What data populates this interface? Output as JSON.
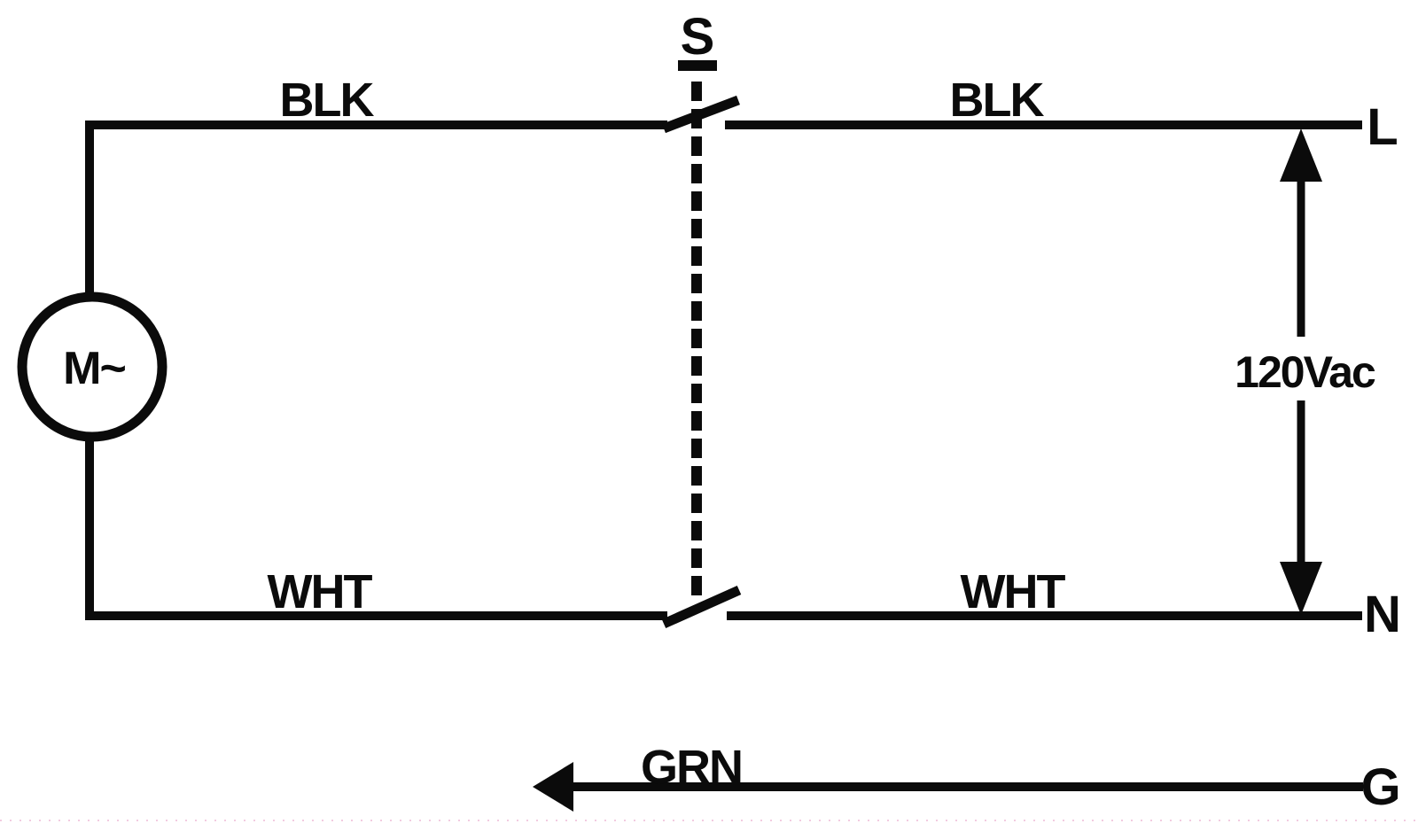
{
  "diagram": {
    "type": "motor-switch-wiring-schematic",
    "motor": {
      "label": "M~"
    },
    "switch": {
      "label": "S"
    },
    "voltage": {
      "label": "120Vac"
    },
    "terminals": {
      "line": "L",
      "neutral": "N",
      "ground": "G"
    },
    "wires": {
      "top_left_label": "BLK",
      "top_right_label": "BLK",
      "bottom_left_label": "WHT",
      "bottom_right_label": "WHT",
      "ground_label": "GRN"
    },
    "colors": {
      "line": "#0b0b0b",
      "background": "#ffffff",
      "scan_artifact": "#f2cbe0"
    }
  }
}
